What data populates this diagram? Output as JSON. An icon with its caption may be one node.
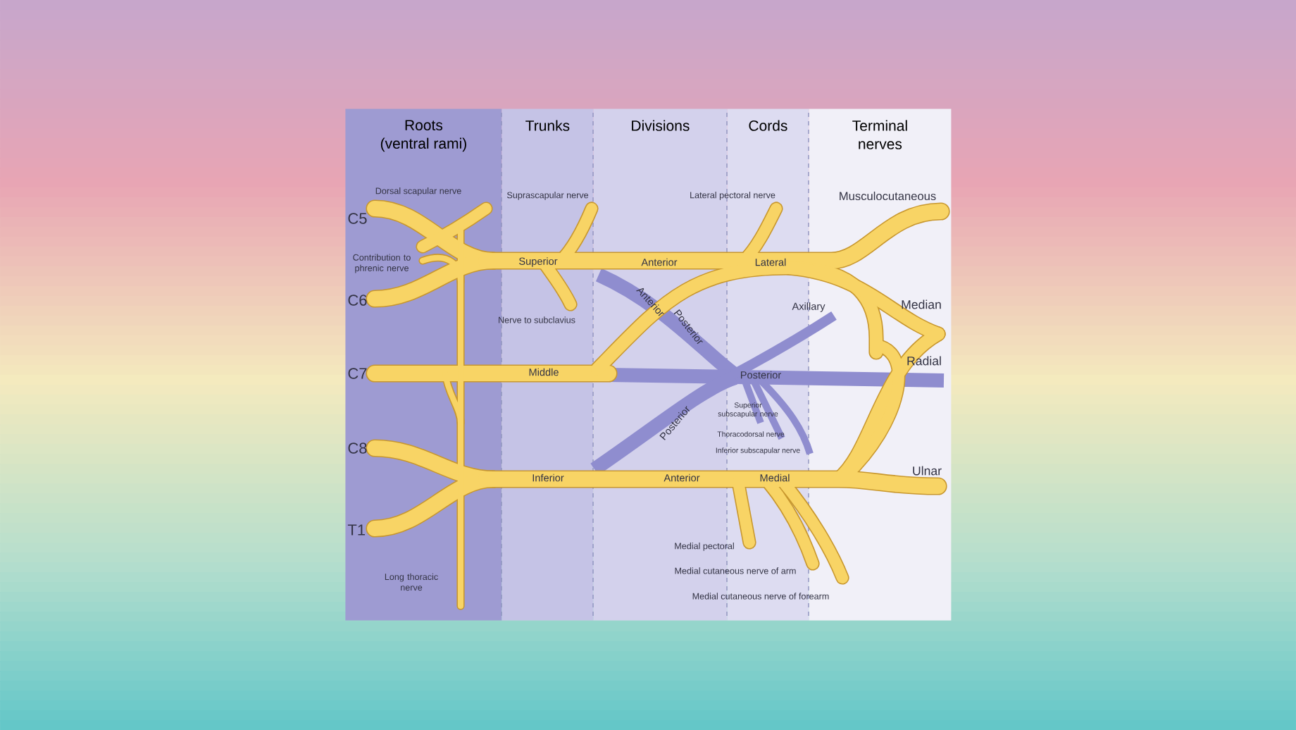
{
  "diagram": {
    "nodes": [
      {
        "text": [
          "Roots (ventral rami)"
        ]
      },
      {
        "text": [
          "Trunks"
        ]
      },
      {
        "text": [
          "Divisions"
        ]
      },
      {
        "text": [
          "Cords"
        ]
      },
      {
        "text": [
          "Terminal nerves"
        ]
      }
    ],
    "labels": [
      "Dorsal scapular nerve",
      "Suprascapular nerve",
      "Lateral pectoral nerve",
      "Musculocutaneous",
      "C5",
      "Contribution to phrenic nerve",
      "Superior",
      "Anterior",
      "Lateral",
      "C6",
      "Anterior",
      "Posterior",
      "Axillary",
      "Median",
      "Nerve to subclavius",
      "C7",
      "Middle",
      "Posterior",
      "Radial",
      "Posterior",
      "Superior subscapular nerve",
      "Thoracodorsal nerve",
      "Inferior subscapular nerve",
      "C8",
      "Inferior",
      "Anterior",
      "Medial",
      "Ulnar",
      "T1",
      "Long thoracic nerve",
      "Medial pectoral",
      "Medial cutaneous nerve of arm",
      "Medial cutaneous nerve of forearm"
    ]
  }
}
